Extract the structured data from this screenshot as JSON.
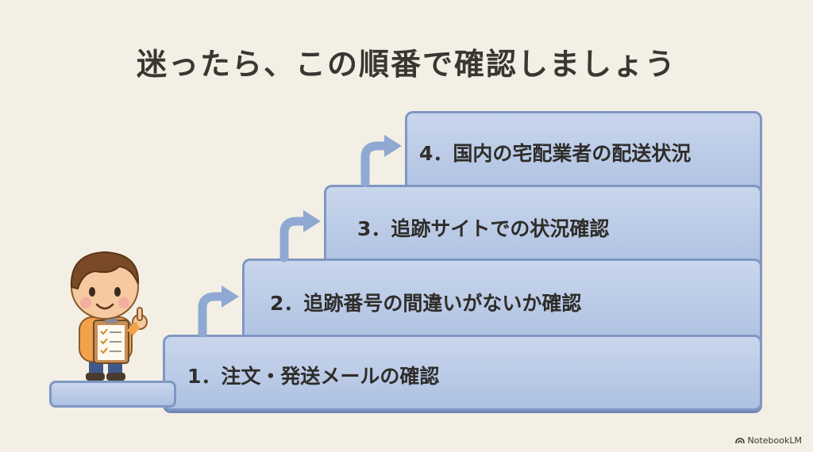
{
  "title": "迷ったら、この順番で確認しましょう",
  "steps": [
    {
      "label": "1．注文・発送メールの確認"
    },
    {
      "label": "2．追跡番号の間違いがないか確認"
    },
    {
      "label": "3．追跡サイトでの状況確認"
    },
    {
      "label": "4．国内の宅配業者の配送状況"
    }
  ],
  "icons": {
    "arrow": "curved-up-right-arrow-icon",
    "character": "clipboard-person-icon",
    "brand": "notebook-icon"
  },
  "colors": {
    "step_fill": "#aec1e2",
    "step_border": "#7f97c4",
    "background": "#f3efe4"
  },
  "brand": "NotebookLM"
}
